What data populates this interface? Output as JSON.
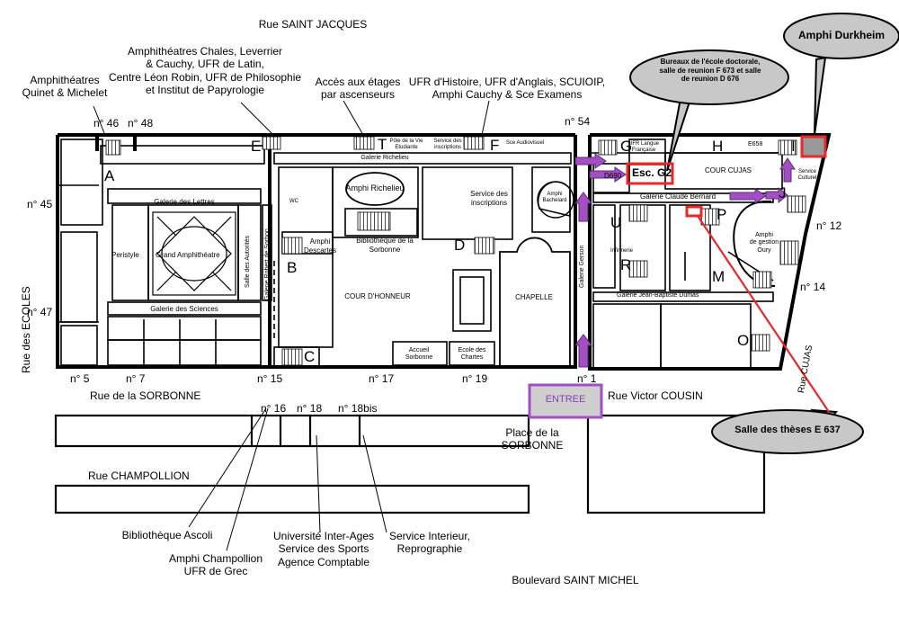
{
  "streets": {
    "north": "Rue SAINT JACQUES",
    "west": "Rue des ECOLES",
    "south_sorbonne": "Rue de la SORBONNE",
    "champollion": "Rue CHAMPOLLION",
    "victor_cousin": "Rue Victor COUSIN",
    "place": "Place de la\nSORBONNE",
    "boulevard": "Boulevard SAINT MICHEL",
    "cujas": "Rue CUJAS"
  },
  "top_labels": {
    "quinet": "Amphithéatres\nQuinet & Michelet",
    "chales": "Amphithéatres Chales, Leverrier\n& Cauchy, UFR de Latin,\nCentre Léon Robin, UFR de Philosophie\net Institut de Papyrologie",
    "acces": "Accès aux étages\npar ascenseurs",
    "histoire": "UFR d'Histoire, UFR d'Anglais, SCUIOIP,\nAmphi Cauchy & Sce Examens"
  },
  "numbers": {
    "n46": "n° 46",
    "n48": "n° 48",
    "n54": "n° 54",
    "n45": "n° 45",
    "n47": "n° 47",
    "n5": "n° 5",
    "n7": "n° 7",
    "n15": "n° 15",
    "n17": "n° 17",
    "n19": "n° 19",
    "n1": "n° 1",
    "n12": "n° 12",
    "n14": "n° 14",
    "n16": "n° 16",
    "n18": "n° 18",
    "n18bis": "n° 18bis"
  },
  "letters": {
    "A": "A",
    "B": "B",
    "C": "C",
    "D": "D",
    "E": "E",
    "F": "F",
    "T": "T",
    "G": "G",
    "H": "H",
    "I": "I",
    "J": "J",
    "M": "M",
    "O": "O",
    "P": "P",
    "R": "R",
    "U": "U"
  },
  "rooms": {
    "galerie_lettres": "Galerie des Lettres",
    "galerie_sciences": "Galerie des Sciences",
    "peristyle": "Peristyle",
    "grand_amphi": "Grand Amphithéatre",
    "salle_autorites": "Salle des Autorités",
    "galerie_robert": "Galerie Robert de Sorbon",
    "amphi_descartes": "Amphi\nDescartes",
    "amphi_richelieu": "Amphi Richelieu",
    "bibliotheque": "Bibliothèque de la\nSorbonne",
    "galerie_richelieu": "Galerie Richelieu",
    "pole_vie": "Pôle de la Vie\nEtudiante",
    "service_inscriptions_top": "Service des\ninscriptions",
    "sce_audiovisuel": "Sce Audiovisuel",
    "service_inscriptions": "Service des\ninscriptions",
    "amphi_bachelard": "Amphi\nBachelard",
    "cour_honneur": "COUR D'HONNEUR",
    "chapelle": "CHAPELLE",
    "accueil": "Accueil\nSorbonne",
    "ecole_chartes": "Ecole des\nChartes",
    "galerie_gerson": "Galerie Gerson",
    "ufr_langue": "UFR Langue\nFrançaise",
    "d690": "D690",
    "cour_cujas": "COUR CUJAS",
    "e658": "E658",
    "service_culturel": "Service\nCulturel",
    "galerie_claude": "Galerie Claude Bernard",
    "amphi_gestion": "Amphi\nde gestion\nOury",
    "galerie_dumas": "Galerie Jean-Baptiste Dumas",
    "infirmerie": "Infirmerie",
    "wc": "WC"
  },
  "bottom_labels": {
    "ascoli": "Bibliothèque Ascoli",
    "champollion": "Amphi Champollion\nUFR de Grec",
    "inter_ages": "Université Inter-Ages\nService des Sports\nAgence Comptable",
    "interieur": "Service Interieur,\nReprographie"
  },
  "callouts": {
    "esc_g2": "Esc. G2",
    "entree": "ENTREE",
    "amphi_durkheim": "Amphi Durkheim",
    "bureaux": "Bureaux de l'école doctorale,\nsalle de reunion F 673 et salle\nde reunion D 676",
    "salle_theses": "Salle des thèses E 637"
  },
  "colors": {
    "highlight_red": "#e8282b",
    "arrow_purple": "#a34fc3",
    "entree_fill": "#cfcfcf",
    "callout_fill": "#c8c8c8",
    "wall": "#000000"
  }
}
